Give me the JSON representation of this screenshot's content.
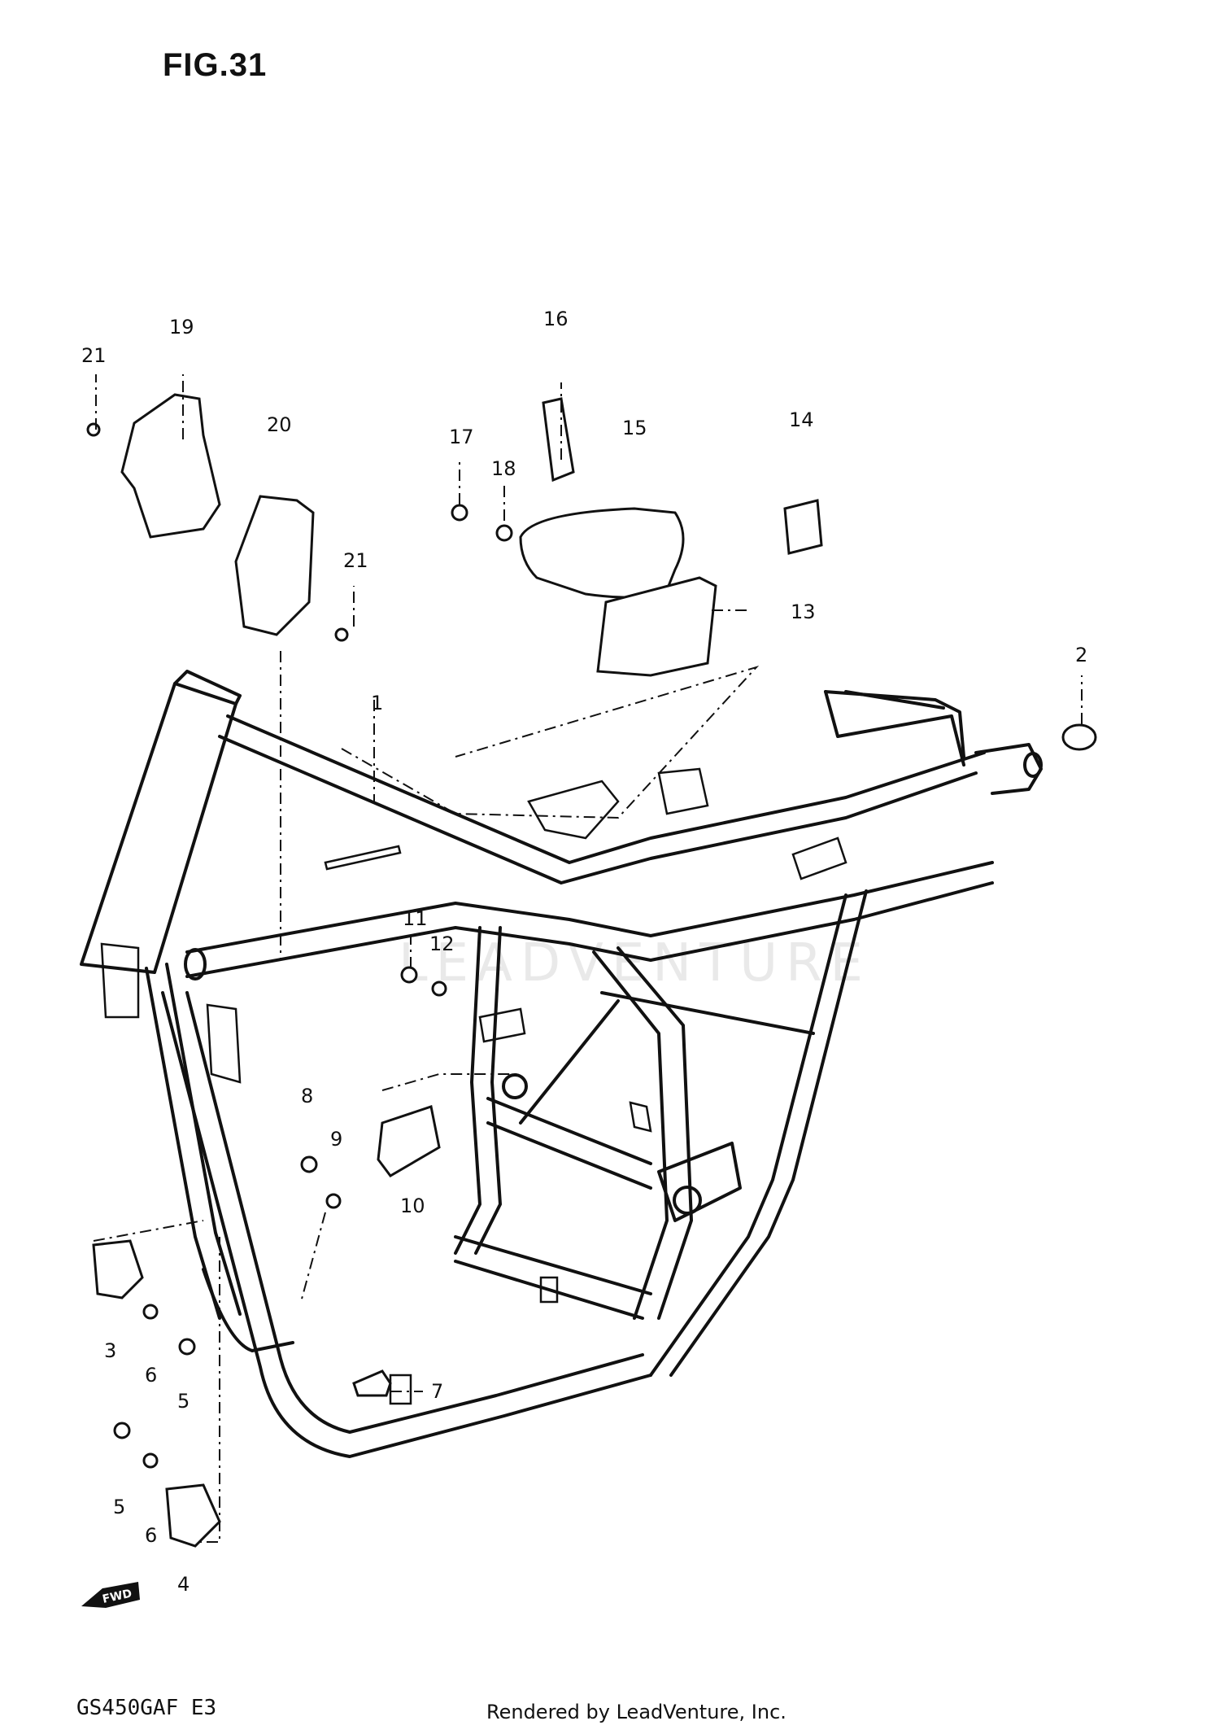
{
  "figure": {
    "title": "FIG.31"
  },
  "footer": {
    "model": "GS450GAF E3",
    "credit": "Rendered by LeadVenture, Inc."
  },
  "watermark": "LEADVENTURE",
  "direction_badge": {
    "label": "FWD",
    "icon": "fwd-arrow-icon"
  },
  "callouts": [
    "1",
    "2",
    "3",
    "4",
    "5",
    "5",
    "6",
    "6",
    "7",
    "8",
    "9",
    "10",
    "11",
    "12",
    "13",
    "14",
    "15",
    "16",
    "17",
    "18",
    "19",
    "20",
    "21",
    "21"
  ]
}
